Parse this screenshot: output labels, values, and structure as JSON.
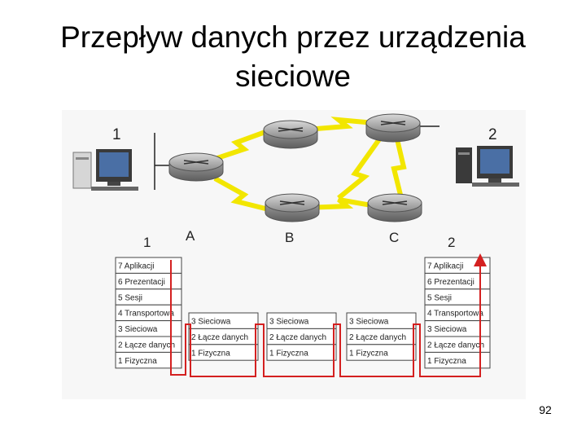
{
  "title": {
    "line1": "Przepływ danych przez urządzenia",
    "line2": "sieciowe"
  },
  "page_number": "92",
  "topology": {
    "host_left_label": "1",
    "host_right_label": "2"
  },
  "labels": {
    "left": "1",
    "a": "A",
    "b": "B",
    "c": "C",
    "right": "2"
  },
  "stacks": {
    "host1": [
      "7 Aplikacji",
      "6 Prezentacji",
      "5 Sesji",
      "4 Transportowa",
      "3 Sieciowa",
      "2 Łącze danych",
      "1 Fizyczna"
    ],
    "router_a": [
      "3 Sieciowa",
      "2 Łącze danych",
      "1 Fizyczna"
    ],
    "router_b": [
      "3 Sieciowa",
      "2 Łącze danych",
      "1 Fizyczna"
    ],
    "router_c": [
      "3 Sieciowa",
      "2 Łącze danych",
      "1 Fizyczna"
    ],
    "host2": [
      "7 Aplikacji",
      "6 Prezentacji",
      "5 Sesji",
      "4 Transportowa",
      "3 Sieciowa",
      "2 Łącze danych",
      "1 Fizyczna"
    ]
  },
  "colors": {
    "router": "#9a9a9a",
    "link": "#f2e600",
    "flow": "#d42020",
    "border": "#444444"
  }
}
